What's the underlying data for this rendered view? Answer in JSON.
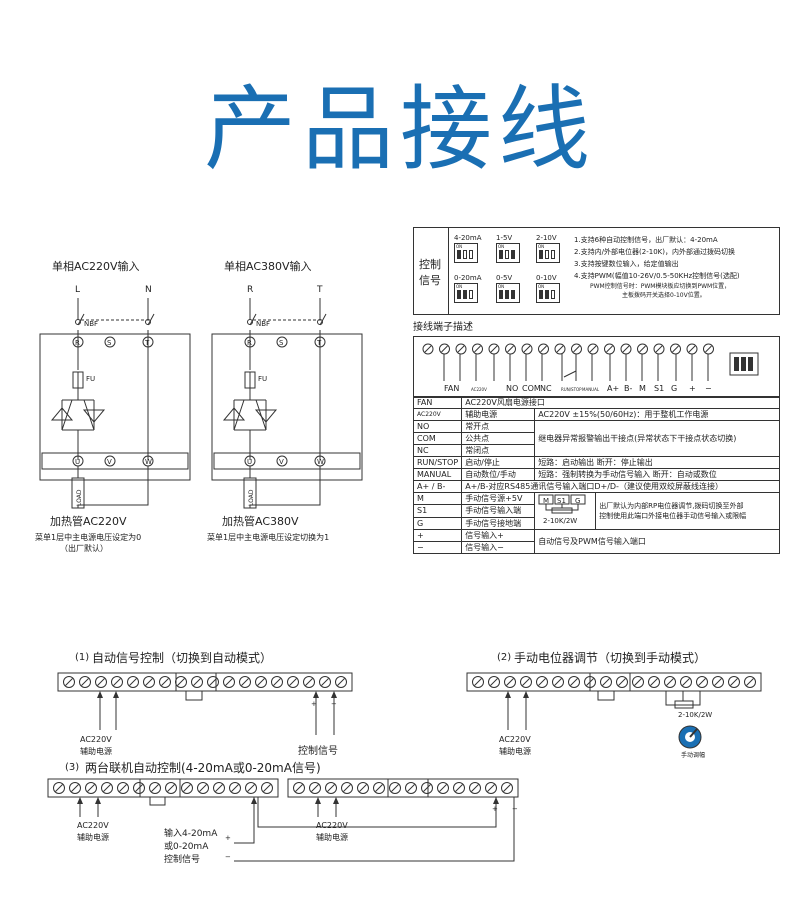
{
  "title": "产品接线",
  "left_diagrams": [
    {
      "heading": "单相AC220V输入",
      "term_top": [
        "L",
        "N"
      ],
      "nbf": "NBF",
      "fu": "FU",
      "term_row1": [
        "R",
        "S",
        "T"
      ],
      "term_row2": [
        "U",
        "V",
        "W"
      ],
      "load": "LOAD",
      "caption": "加热管AC220V",
      "note1": "菜单1层中主电源电压设定为0",
      "note2": "（出厂默认）"
    },
    {
      "heading": "单相AC380V输入",
      "term_top": [
        "R",
        "T"
      ],
      "nbf": "NBF",
      "fu": "FU",
      "term_row1": [
        "R",
        "S",
        "T"
      ],
      "term_row2": [
        "U",
        "V",
        "W"
      ],
      "load": "LOAD",
      "caption": "加热管AC380V",
      "note1": "菜单1层中主电源电压设定切换为1",
      "note2": ""
    }
  ],
  "control_box": {
    "label_line1": "控制",
    "label_line2": "信号",
    "switches": [
      "4-20mA",
      "1-5V",
      "2-10V",
      "0-20mA",
      "0-5V",
      "0-10V"
    ],
    "switch_on": "ON",
    "notes": [
      "1.支持6种自动控制信号，出厂默认：4-20mA",
      "2.支持内/外部电位器(2-10K)，内外部通过拨码切换",
      "3.支持按键数位输入，给定值输出",
      "4.支持PWM(幅值10-26V/0.5-50KHz控制信号(选配)",
      "PWM控制信号时：PWM模块板应切换到PWM位置，",
      "主板拨码开关选择0-10V位置。"
    ]
  },
  "terminal_desc": {
    "heading": "接线端子描述",
    "terminal_labels": [
      "FAN",
      "AC220V",
      "NO",
      "COM",
      "NC",
      "RUN/STOP",
      "MANUAL",
      "A+",
      "B-",
      "M",
      "S1",
      "G",
      "+",
      "−"
    ],
    "rows": [
      [
        "FAN",
        "AC220V风扇电源接口"
      ],
      [
        "AC220V",
        "辅助电源",
        "AC220V ±15%(50/60Hz)：用于整机工作电源"
      ],
      [
        "NO",
        "常开点"
      ],
      [
        "COM",
        "公共点"
      ],
      [
        "NC",
        "常闭点"
      ],
      [
        "RUN/STOP",
        "启动/停止",
        "短路：启动输出    断开：停止输出"
      ],
      [
        "MANUAL",
        "自动数位/手动",
        "短路：强制转换为手动信号输入   断开：自动或数位"
      ],
      [
        "A+ / B-",
        "A+/B-对应RS485通讯信号输入端口D+/D-（建议使用双绞屏蔽线连接）"
      ],
      [
        "M",
        "手动信号源+5V"
      ],
      [
        "S1",
        "手动信号输入端"
      ],
      [
        "G",
        "手动信号接地端"
      ],
      [
        "+",
        "信号输入+"
      ],
      [
        "−",
        "信号输入−"
      ]
    ],
    "relay_text": "继电器异常报警输出干接点(异常状态下干接点状态切换)",
    "pot_text1": "出厂默认为内部RP电位器调节,拨码切换至外部",
    "pot_text2": "控制使用此端口外接电位器手动信号输入或限幅",
    "pot_labels": [
      "M",
      "S1",
      "G"
    ],
    "pot_value": "2-10K/2W",
    "signal_text": "自动信号及PWM信号输入端口"
  },
  "wiring": [
    {
      "num": "(1)",
      "title": "自动信号控制（切换到自动模式）",
      "aux": "AC220V",
      "aux2": "辅助电源",
      "sig": "控制信号",
      "plus": "+",
      "minus": "−"
    },
    {
      "num": "(2)",
      "title": "手动电位器调节（切换到手动模式）",
      "aux": "AC220V",
      "aux2": "辅助电源",
      "pot": "2-10K/2W",
      "knob": "手动调幅"
    },
    {
      "num": "(3)",
      "title": "两台联机自动控制(4-20mA或0-20mA信号)",
      "aux": "AC220V",
      "aux2": "辅助电源",
      "sig1": "输入4-20mA",
      "sig2": "或0-20mA",
      "sig3": "控制信号",
      "plus": "+",
      "minus": "−"
    }
  ]
}
